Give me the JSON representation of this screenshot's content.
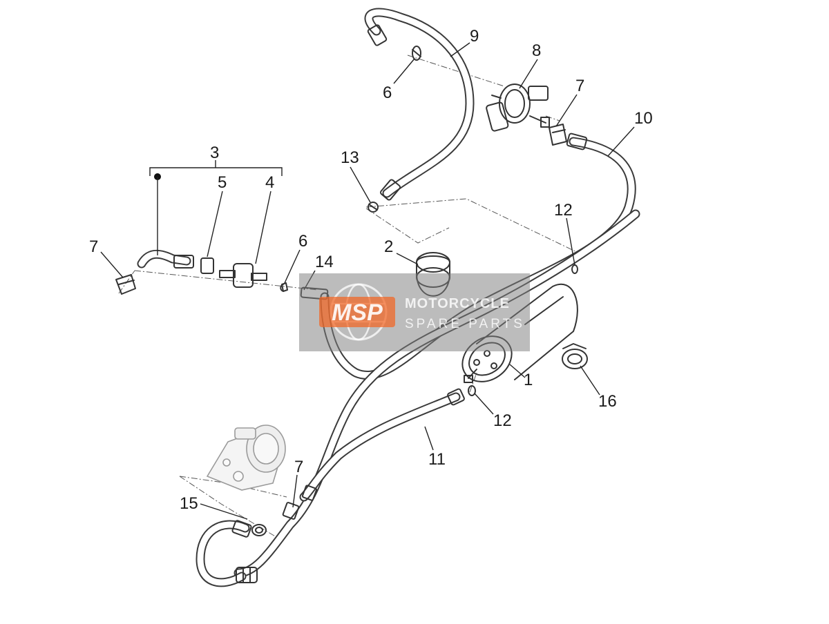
{
  "labels": {
    "l1": "1",
    "l2": "2",
    "l3": "3",
    "l4": "4",
    "l5": "5",
    "l6a": "6",
    "l6b": "6",
    "l7a": "7",
    "l7b": "7",
    "l7c": "7",
    "l8": "8",
    "l9": "9",
    "l10": "10",
    "l11": "11",
    "l12a": "12",
    "l12b": "12",
    "l13": "13",
    "l14": "14",
    "l15": "15",
    "l16": "16"
  },
  "watermark": {
    "logo_text": "MSP",
    "line1": "MOTORCYCLE",
    "line2": "SPARE PARTS"
  },
  "colors": {
    "watermark_box": "#7f7f7f",
    "watermark_logo": "#f26522",
    "line": "#333333"
  }
}
